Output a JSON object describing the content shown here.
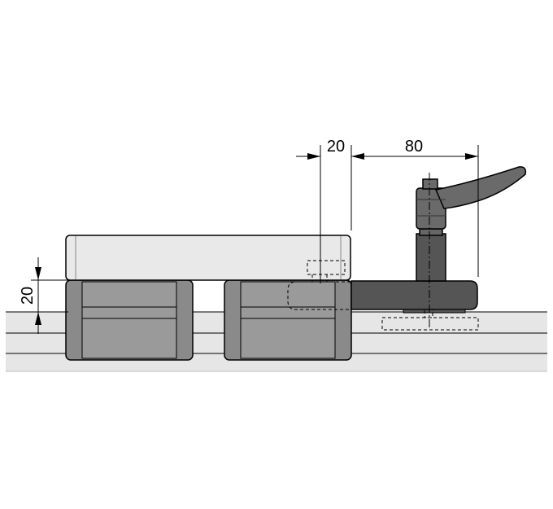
{
  "dimensions": {
    "horizontal_small": "20",
    "horizontal_large": "80",
    "vertical": "20"
  },
  "colors": {
    "rail_fill": "#e6e6e6",
    "block_fill": "#8a8a8a",
    "block_inner_fill": "#9a9a9a",
    "plate_fill": "#e9e9e9",
    "clamp_fill": "#555555",
    "handle_fill": "#6a6a6a",
    "outline": "#000000"
  }
}
